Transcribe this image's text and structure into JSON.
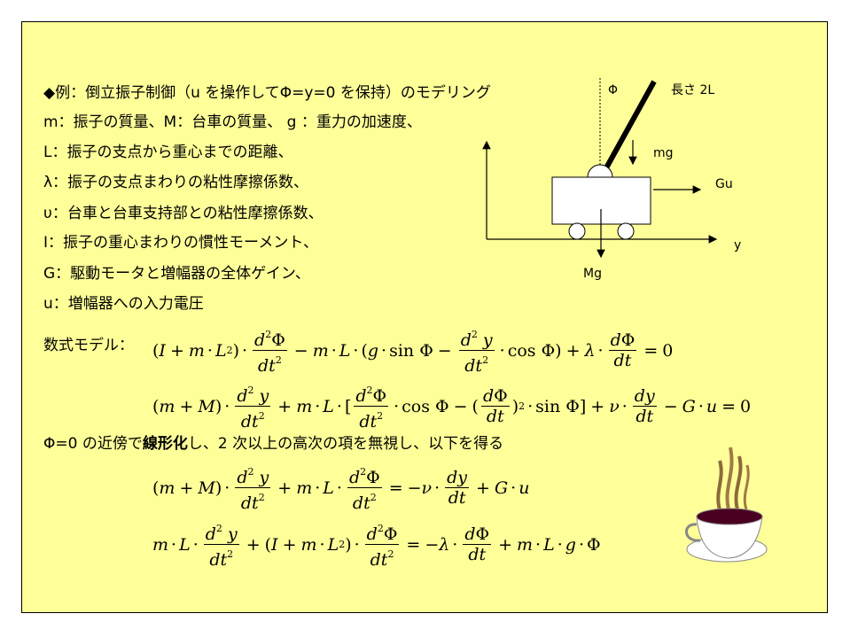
{
  "text": {
    "title": "◆例：倒立振子制御（u を操作してΦ=y=0 を保持）のモデリング",
    "line_m": "m：振子の質量、M：台車の質量、 g ：重力の加速度、",
    "line_L": "L：振子の支点から重心までの距離、",
    "line_lambda": "λ：振子の支点まわりの粘性摩擦係数、",
    "line_nu": "υ：台車と台車支持部との粘性摩擦係数、",
    "line_I": "I：振子の重心まわりの慣性モーメント、",
    "line_G": "G：駆動モータと増幅器の全体ゲイン、",
    "line_u": "u：増幅器への入力電圧",
    "model_label": "数式モデル：",
    "linearize_prefix": "Φ=0 の近傍で",
    "linearize_bold": "線形化",
    "linearize_suffix": "し、2 次以上の高次の項を無視し、以下を得る"
  },
  "diagram": {
    "phi": "Φ",
    "length": "長さ 2L",
    "mg": "mg",
    "gu": "Gu",
    "y": "y",
    "Mg": "Mg"
  },
  "colors": {
    "background": "#ffff99",
    "tea": "#4a0020"
  }
}
